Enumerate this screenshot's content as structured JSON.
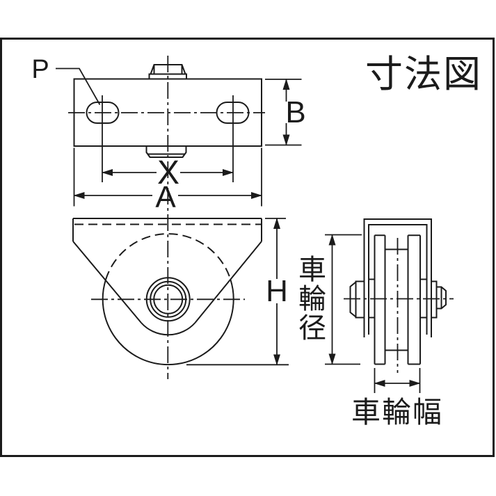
{
  "title": "寸法図",
  "colors": {
    "line": "#1b1b1b",
    "background": "#ffffff"
  },
  "labels": {
    "hole_p": "P",
    "plate_depth_b": "B",
    "hole_pitch_x": "X",
    "plate_width_a": "A",
    "height_h": "H",
    "wheel_diameter": "車輪径",
    "wheel_width": "車輪幅"
  }
}
